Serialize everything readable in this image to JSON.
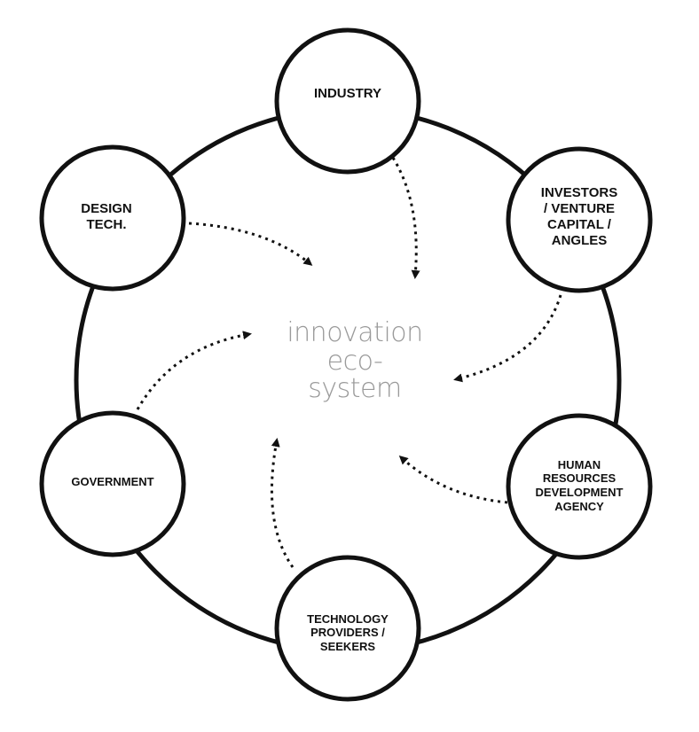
{
  "center": {
    "line1": "innovation",
    "line2": "eco-",
    "line3": "system"
  },
  "nodes": {
    "industry": "INDUSTRY",
    "investors": "INVESTORS\n/ VENTURE\nCAPITAL /\nANGLES",
    "human_resources": "HUMAN\nRESOURCES\nDEVELOPMENT\nAGENCY",
    "technology": "TECHNOLOGY\nPROVIDERS /\nSEEKERS",
    "government": "GOVERNMENT",
    "design": "DESIGN\nTECH."
  },
  "colors": {
    "stroke": "#111111",
    "center_text": "#9a9a9a"
  }
}
